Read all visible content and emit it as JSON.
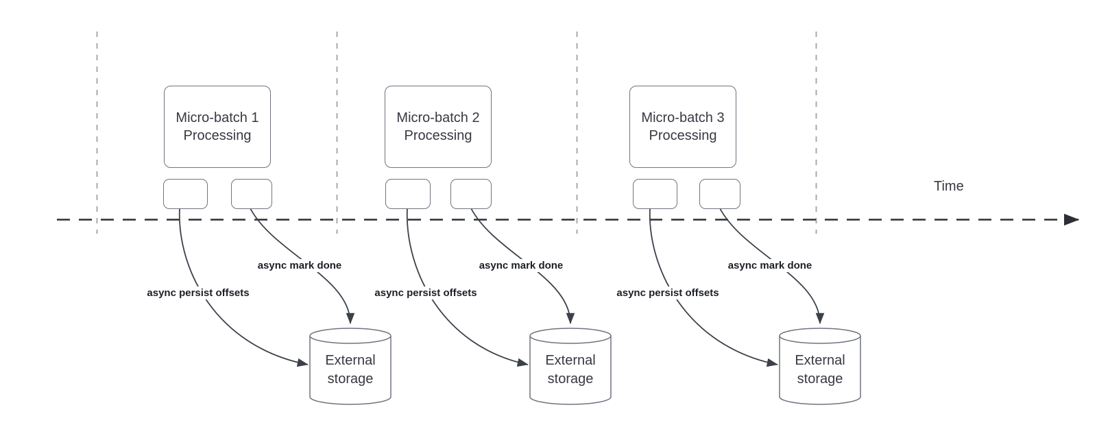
{
  "colors": {
    "background": "#ffffff",
    "shape_stroke": "#6f737e",
    "arrow_stroke": "#3c4049",
    "axis_stroke": "#2d2f36",
    "guide_stroke": "#a7aaae",
    "shape_text": "#383842",
    "label_text": "#1c1e26"
  },
  "time_axis": {
    "label": "Time"
  },
  "groups": [
    {
      "box": {
        "line1": "Micro-batch 1",
        "line2": "Processing"
      },
      "persist_label": "async persist offsets",
      "mark_done_label": "async mark done",
      "storage": {
        "line1": "External",
        "line2": "storage"
      }
    },
    {
      "box": {
        "line1": "Micro-batch 2",
        "line2": "Processing"
      },
      "persist_label": "async persist offsets",
      "mark_done_label": "async mark done",
      "storage": {
        "line1": "External",
        "line2": "storage"
      }
    },
    {
      "box": {
        "line1": "Micro-batch 3",
        "line2": "Processing"
      },
      "persist_label": "async persist offsets",
      "mark_done_label": "async mark done",
      "storage": {
        "line1": "External",
        "line2": "storage"
      }
    }
  ]
}
